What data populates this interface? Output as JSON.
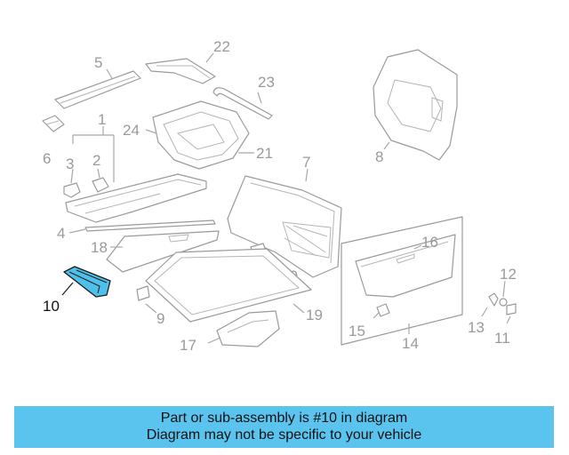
{
  "diagram": {
    "highlight_color": "#4fc0ec",
    "callouts": {
      "c1": "1",
      "c2": "2",
      "c3": "3",
      "c4": "4",
      "c5": "5",
      "c6": "6",
      "c7": "7",
      "c8": "8",
      "c9": "9",
      "c10": "10",
      "c11": "11",
      "c12": "12",
      "c13": "13",
      "c14": "14",
      "c15": "15",
      "c16": "16",
      "c17": "17",
      "c18": "18",
      "c19": "19",
      "c20": "20",
      "c21": "21",
      "c22": "22",
      "c23": "23",
      "c24": "24"
    }
  },
  "banner": {
    "background": "#5bc4ee",
    "line1": "Part or sub-assembly is #10 in diagram",
    "line2": "Diagram may not be specific to your vehicle"
  }
}
